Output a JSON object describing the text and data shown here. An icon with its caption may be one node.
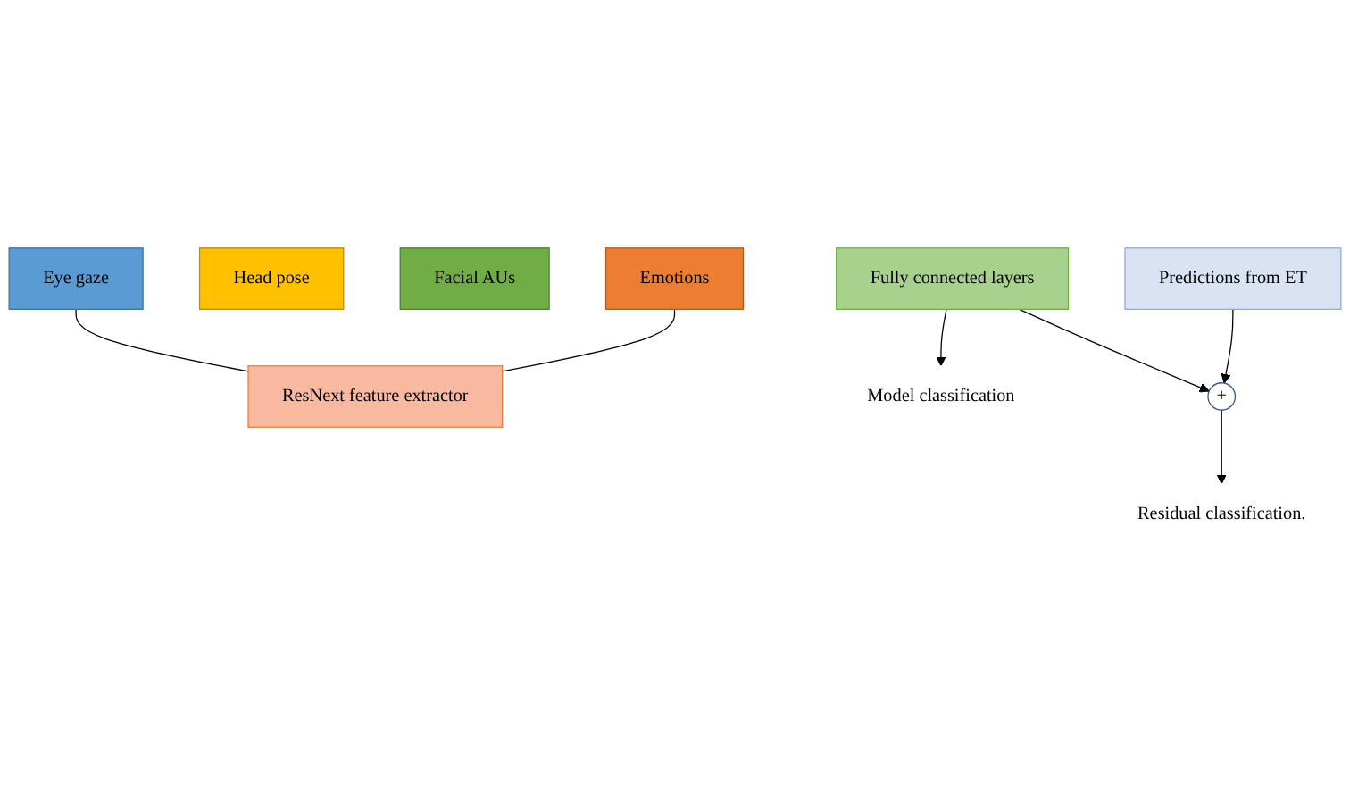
{
  "diagram": {
    "nodes": [
      {
        "text": [
          "Eye gaze"
        ]
      },
      {
        "text": [
          "Head pose"
        ]
      },
      {
        "text": [
          "Facial AUs"
        ]
      },
      {
        "text": [
          "Emotions"
        ]
      },
      {
        "text": [
          "Predictions from ET"
        ]
      },
      {
        "text": [
          "ResNext feature extractor"
        ]
      },
      {
        "text": [
          "Fully connected layers"
        ]
      },
      {
        "text": [
          "Model classification"
        ]
      },
      {
        "text": [
          "+"
        ]
      },
      {
        "text": [
          "Residual classification."
        ]
      }
    ],
    "edges": [
      {
        "from": 0,
        "to": 5,
        "arrow": "none"
      },
      {
        "from": 3,
        "to": 5,
        "arrow": "none"
      },
      {
        "from": 6,
        "to": 7,
        "arrow": "to"
      },
      {
        "from": 6,
        "to": 8,
        "arrow": "to"
      },
      {
        "from": 4,
        "to": 8,
        "arrow": "to"
      },
      {
        "from": 8,
        "to": 9,
        "arrow": "to"
      }
    ]
  }
}
